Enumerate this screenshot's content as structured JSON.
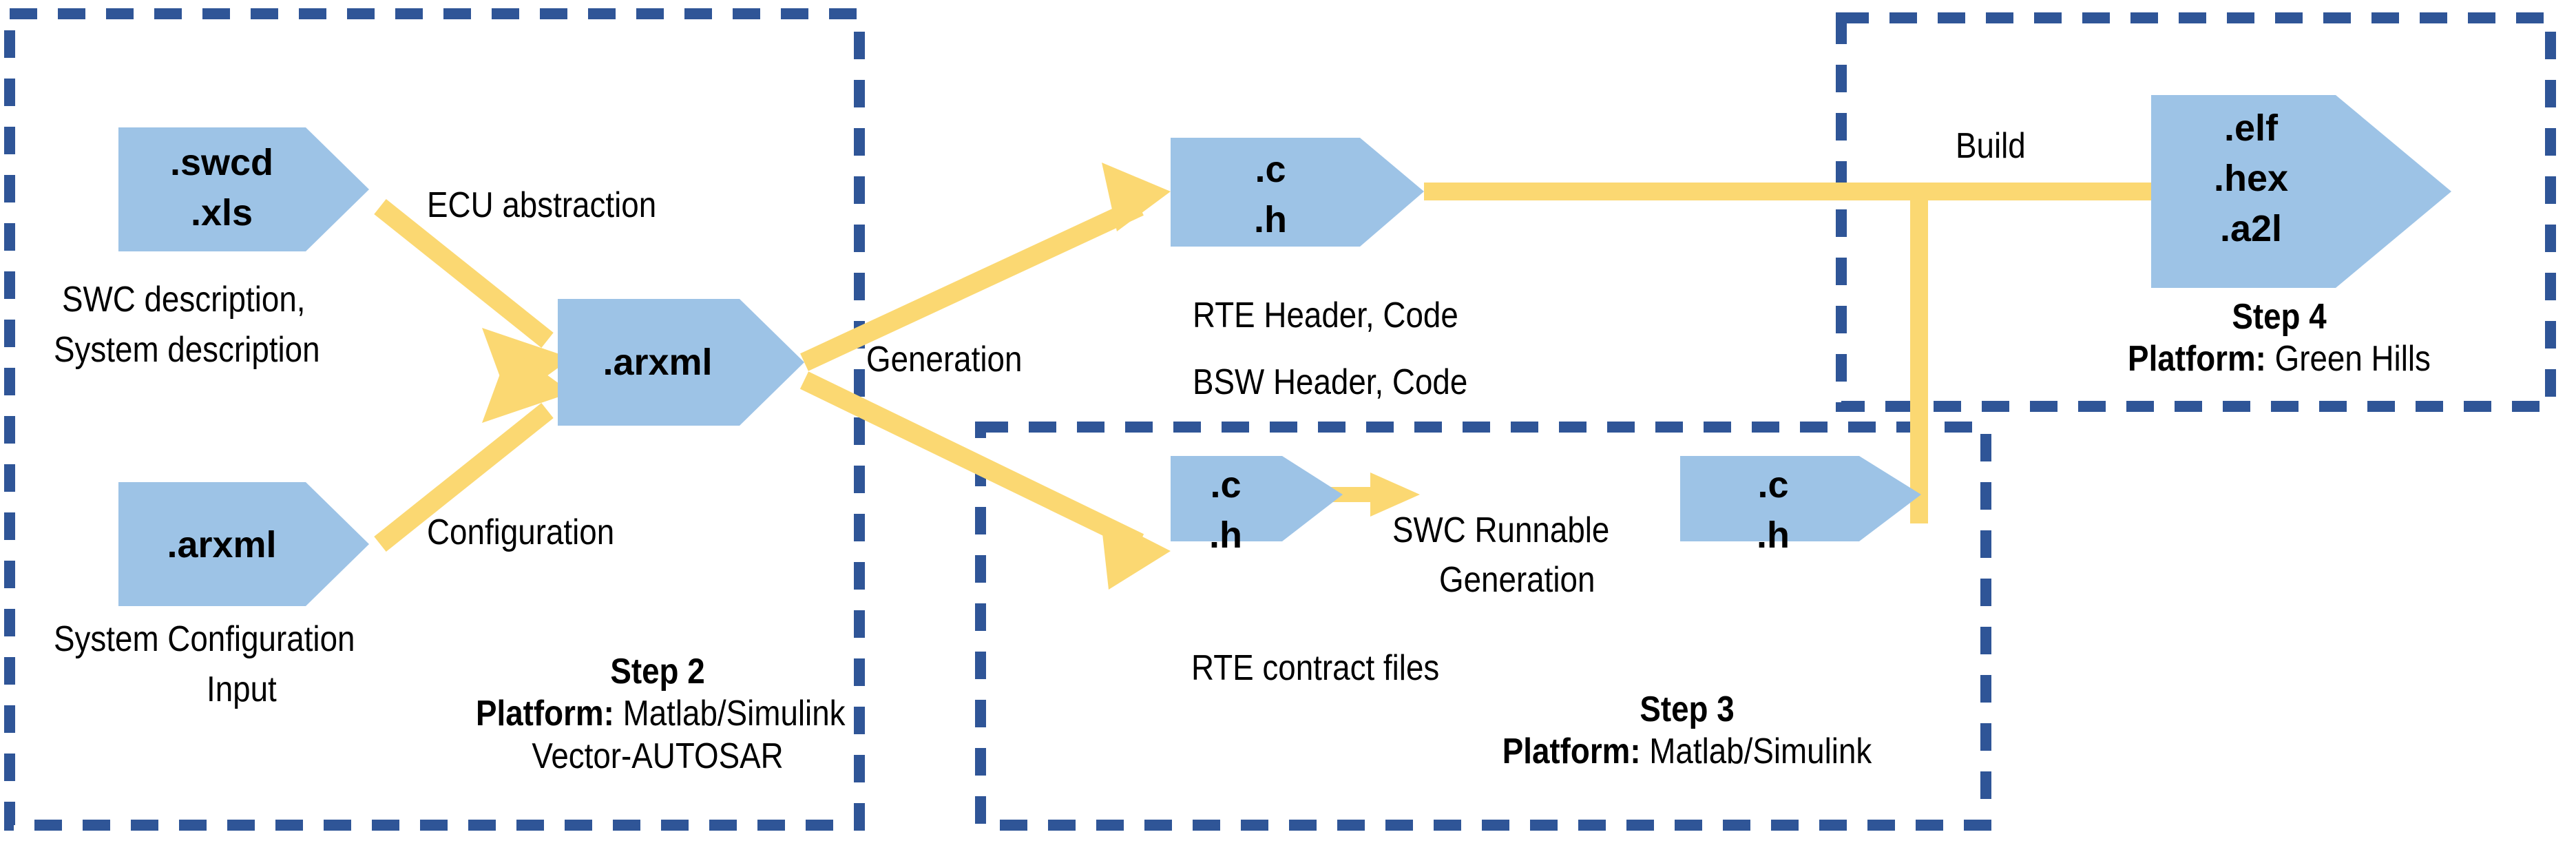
{
  "diagram": {
    "title": "AUTOSAR development workflow steps 2-4",
    "colors": {
      "shape_fill": "#9DC3E6",
      "arrow": "#FBD872",
      "group_border": "#2F5597",
      "text": "#000000",
      "background": "#FFFFFF"
    }
  },
  "shapes": [
    {
      "id": "swcd",
      "label": ".swcd\n.xls"
    },
    {
      "id": "arxml_in",
      "label": ".arxml"
    },
    {
      "id": "arxml_mid",
      "label": ".arxml"
    },
    {
      "id": "rte_bsw_ch",
      "label": ".c\n.h"
    },
    {
      "id": "contract_ch",
      "label": ".c\n.h"
    },
    {
      "id": "runnable_ch",
      "label": ".c\n.h"
    },
    {
      "id": "binary",
      "label": ".elf\n.hex\n.a2l"
    }
  ],
  "captions": [
    {
      "id": "swc-description",
      "lines": [
        "SWC description,",
        "System description"
      ]
    },
    {
      "id": "system-configuration-input",
      "lines": [
        "System Configuration",
        "Input"
      ]
    },
    {
      "id": "rte-bsw-caption",
      "lines": [
        "RTE Header, Code",
        "BSW Header, Code"
      ]
    },
    {
      "id": "rte-contract-caption",
      "lines": [
        "RTE contract files"
      ]
    }
  ],
  "edge_labels": [
    {
      "id": "ecu-abstraction",
      "text": "ECU abstraction"
    },
    {
      "id": "configuration",
      "text": "Configuration"
    },
    {
      "id": "generation",
      "text": "Generation"
    },
    {
      "id": "swc-runnable-generation",
      "lines": [
        "SWC Runnable",
        "Generation"
      ]
    },
    {
      "id": "build",
      "text": "Build"
    }
  ],
  "groups": [
    {
      "id": "step2",
      "step": "Step 2",
      "platform_label": "Platform:",
      "platform_value": "Matlab/Simulink",
      "platform_value2": "Vector-AUTOSAR"
    },
    {
      "id": "step3",
      "step": "Step 3",
      "platform_label": "Platform:",
      "platform_value": "Matlab/Simulink",
      "platform_value2": ""
    },
    {
      "id": "step4",
      "step": "Step 4",
      "platform_label": "Platform:",
      "platform_value": "Green Hills",
      "platform_value2": ""
    }
  ]
}
